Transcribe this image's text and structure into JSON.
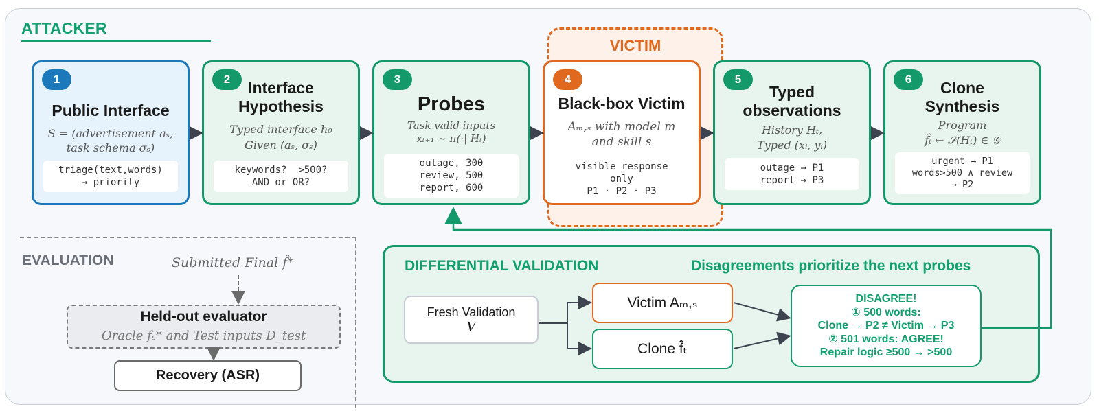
{
  "attacker": {
    "title": "ATTACKER"
  },
  "victim_zone": {
    "title": "VICTIM"
  },
  "steps": [
    {
      "num": "1",
      "title": "Public Interface",
      "sub1": "S = (advertisement aₛ,",
      "sub2": "task schema σₛ)",
      "code": "triage(text,words)\n→ priority"
    },
    {
      "num": "2",
      "title1": "Interface",
      "title2": "Hypothesis",
      "sub1": "Typed interface h₀",
      "sub2": "Given (aₛ, σₛ)",
      "code": "keywords?  >500?\nAND or OR?"
    },
    {
      "num": "3",
      "title": "Probes",
      "sub1": "Task valid inputs",
      "sub2": "xₜ₊₁ ~ π(·| Hₜ)",
      "code": "outage, 300\nreview, 500\nreport, 600"
    },
    {
      "num": "4",
      "title": "Black-box Victim",
      "sub1": "Aₘ,ₛ with model m",
      "sub2": "and skill s",
      "code": "visible response\nonly\nP1 · P2 · P3"
    },
    {
      "num": "5",
      "title1": "Typed",
      "title2": "observations",
      "sub1": "History Hₜ,",
      "sub2": "Typed (xᵢ, yᵢ)",
      "code": "outage → P1\nreport → P3"
    },
    {
      "num": "6",
      "title1": "Clone",
      "title2": "Synthesis",
      "sub1": "Program",
      "sub2": "f̂ₜ ← 𝒮(Hₜ) ∈ 𝒢",
      "code": "urgent → P1\nwords>500 ∧ review\n→ P2"
    }
  ],
  "evaluation": {
    "title": "EVALUATION",
    "submitted": "Submitted Final f̂*",
    "held_title": "Held-out evaluator",
    "held_sub": "Oracle fₛ* and Test inputs D_test",
    "recovery": "Recovery (ASR)"
  },
  "differential": {
    "title": "DIFFERENTIAL VALIDATION",
    "subtitle": "Disagreements prioritize the next probes",
    "fresh1": "Fresh Validation",
    "fresh2": "V",
    "victim": "Victim Aₘ,ₛ",
    "clone": "Clone f̂ₜ",
    "disagree": [
      "DISAGREE!",
      "① 500 words:",
      "Clone → P2 ≠ Victim → P3",
      "② 501 words: AGREE!",
      "Repair logic ≥500 → >500"
    ]
  },
  "colors": {
    "green": "#14996a",
    "orange": "#e0691f",
    "blue": "#1b79bb",
    "gray": "#6b6f78"
  }
}
